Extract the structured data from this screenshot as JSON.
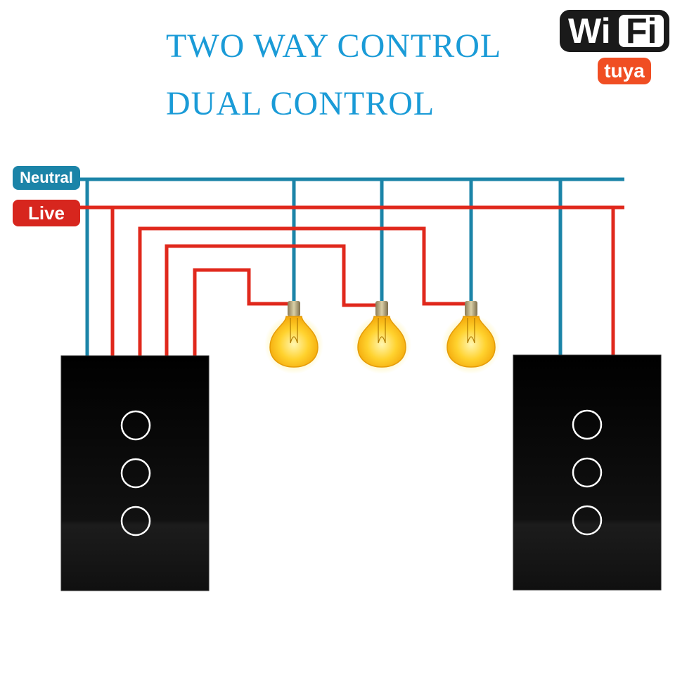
{
  "title_line1": "TWO WAY CONTROL",
  "title_line2": "DUAL CONTROL",
  "logo": {
    "wi": "Wi",
    "fi": "Fi",
    "brand": "tuya"
  },
  "labels": {
    "neutral": "Neutral",
    "live": "Live"
  },
  "colors": {
    "neutral_wire": "#1b84a8",
    "live_wire": "#e0281c",
    "title": "#1a9bd7",
    "switch_panel": "#0a0a0a",
    "bulb": "#ffc21a"
  },
  "switches": [
    {
      "name": "left-switch",
      "buttons": 3
    },
    {
      "name": "right-switch",
      "buttons": 3
    }
  ],
  "bulbs": 3
}
